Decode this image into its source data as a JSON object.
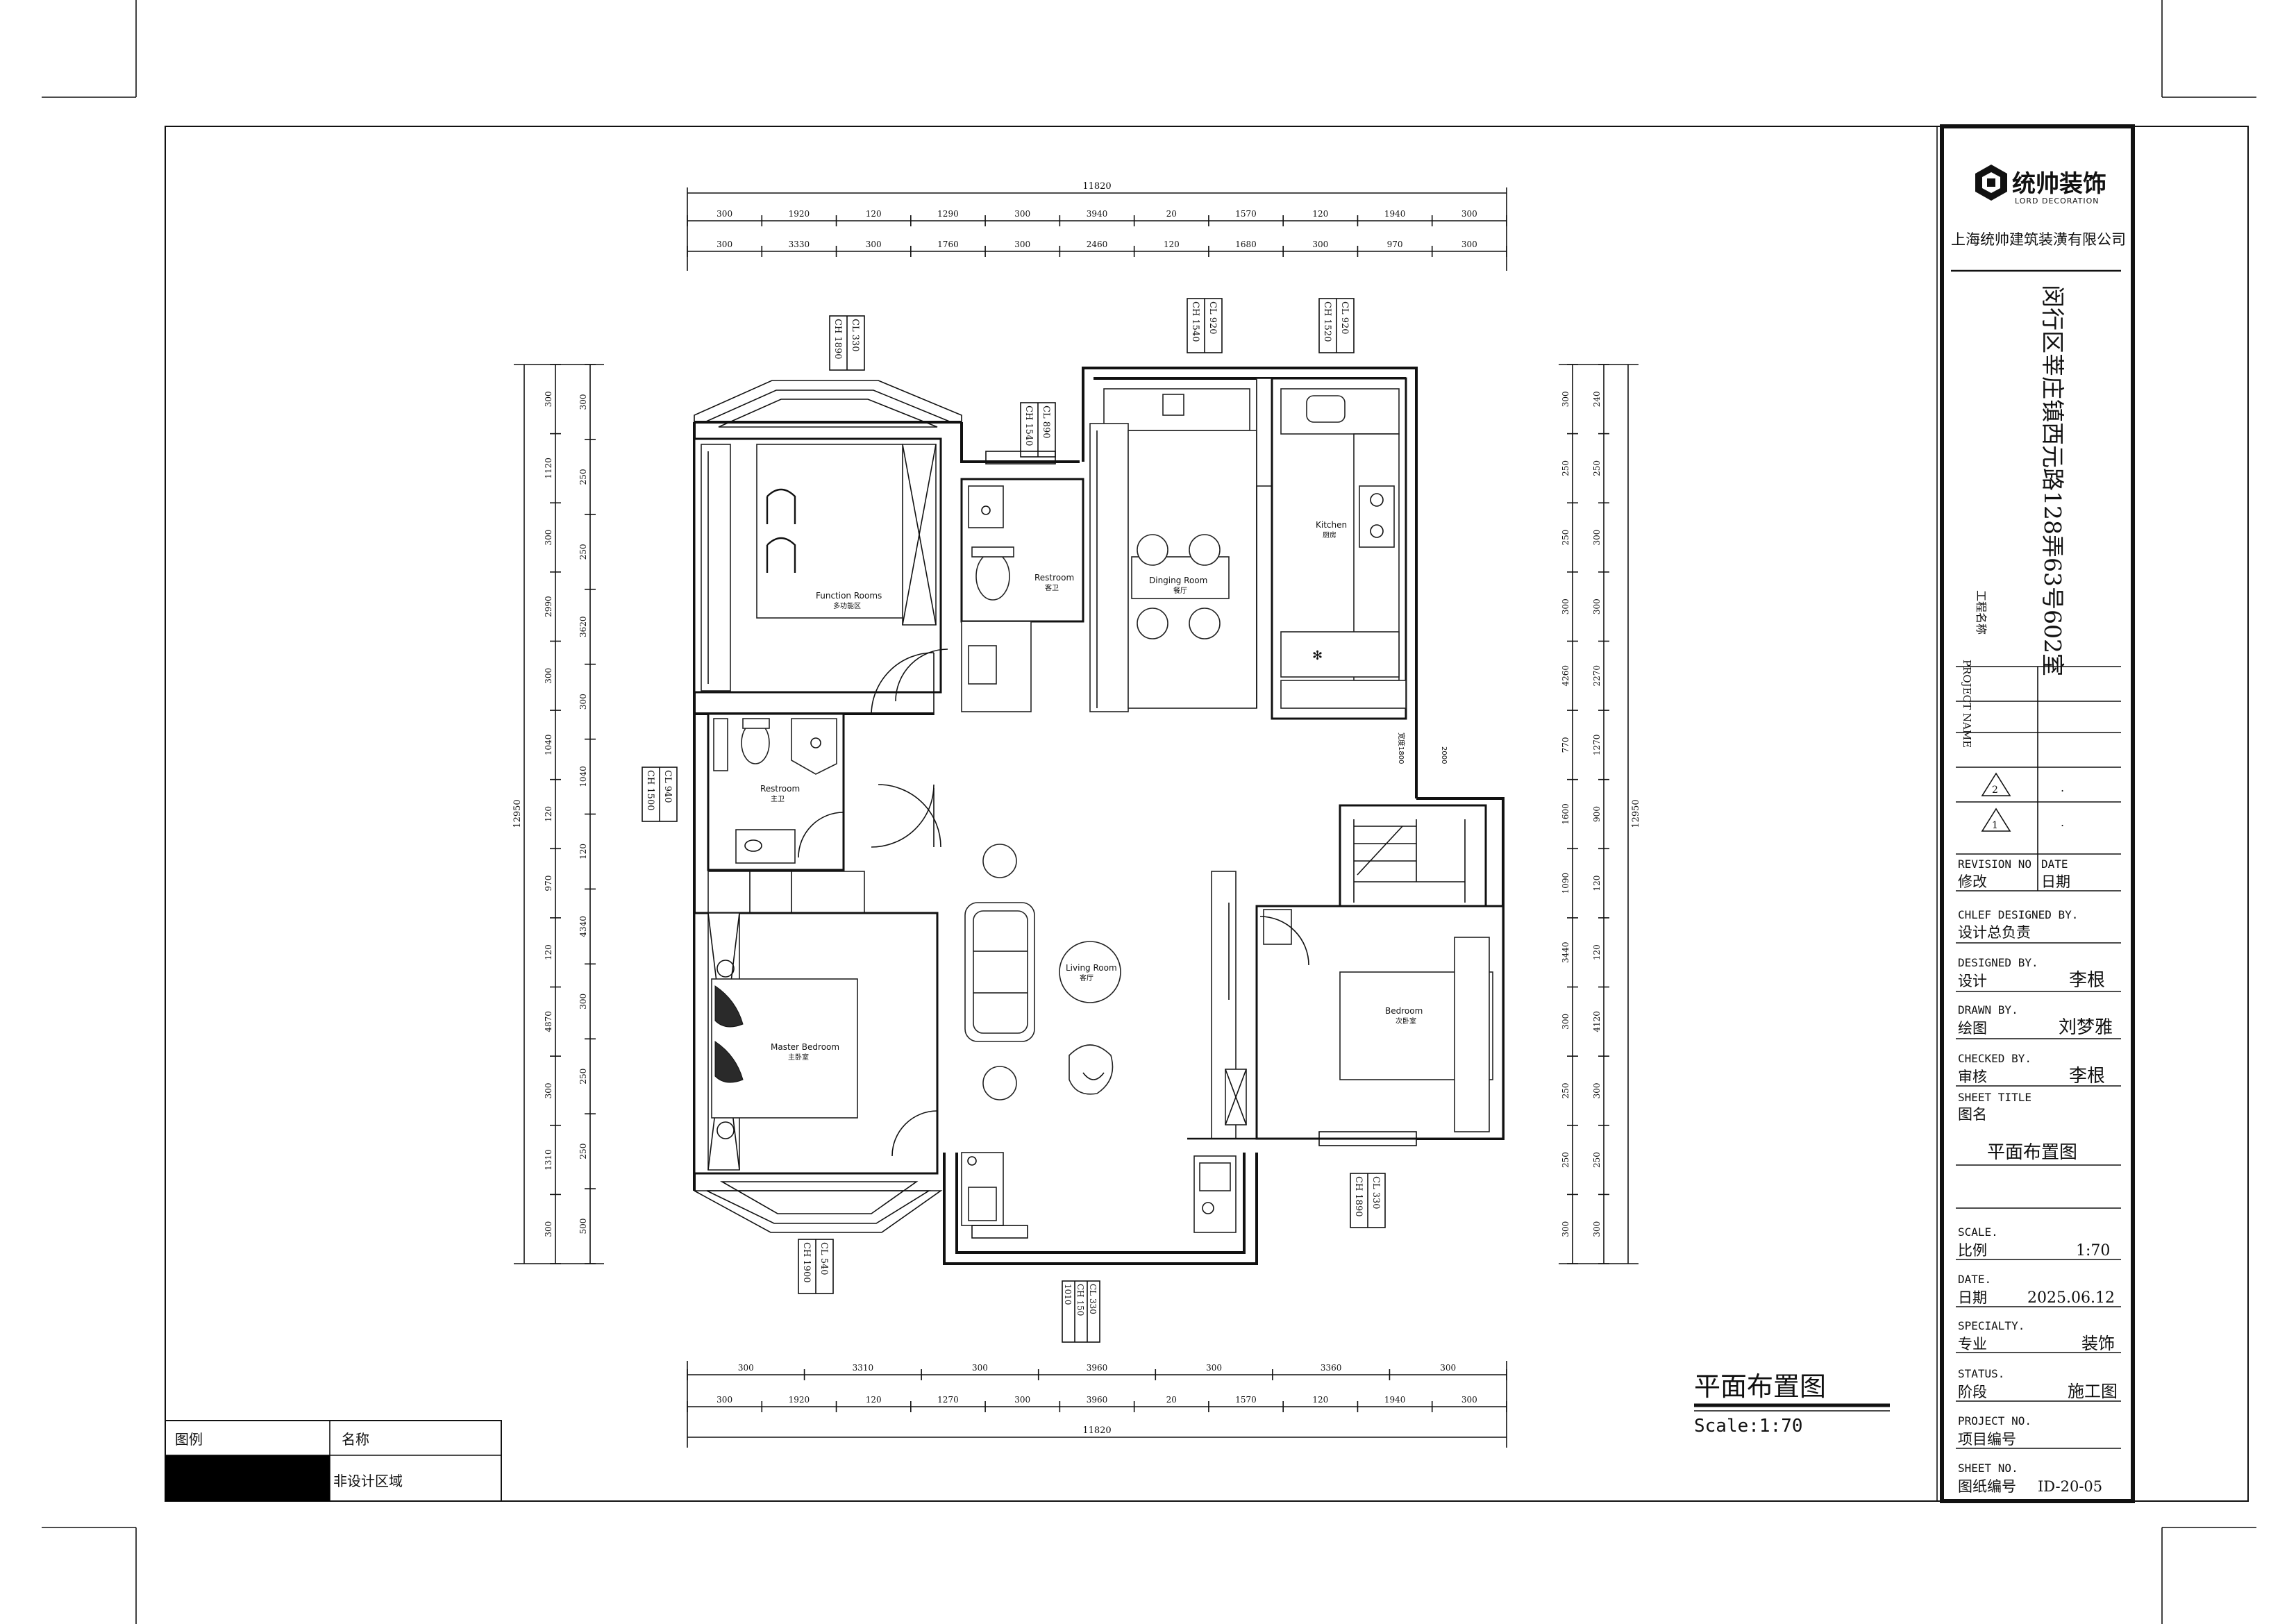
{
  "company": {
    "logo_text": "统帅装饰",
    "logo_sub": "LORD DECORATION",
    "name": "上海统帅建筑装潢有限公司"
  },
  "project": {
    "label_en": "PROJECT NAME",
    "label_cn": "工程名称",
    "name": "闵行区莘庄镇西元路128弄63号602室"
  },
  "revision": {
    "marks": [
      "2",
      "1"
    ],
    "dots": [
      ".",
      "."
    ],
    "no_label_en": "REVISION NO",
    "no_label_cn": "修改",
    "date_label_en": "DATE",
    "date_label_cn": "日期"
  },
  "title_block": {
    "chief_en": "CHLEF DESIGNED BY.",
    "chief_cn": "设计总负责",
    "designed_en": "DESIGNED BY.",
    "designed_cn": "设计",
    "designed_val": "李根",
    "drawn_en": "DRAWN BY.",
    "drawn_cn": "绘图",
    "drawn_val": "刘梦雅",
    "checked_en": "CHECKED BY.",
    "checked_cn": "审核",
    "checked_val": "李根",
    "sheet_title_en": "SHEET TITLE",
    "sheet_title_cn": "图名",
    "sheet_title_val": "平面布置图",
    "scale_en": "SCALE.",
    "scale_cn": "比例",
    "scale_val": "1:70",
    "date_en": "DATE.",
    "date_cn": "日期",
    "date_val": "2025.06.12",
    "specialty_en": "SPECIALTY.",
    "specialty_cn": "专业",
    "specialty_val": "装饰",
    "status_en": "STATUS.",
    "status_cn": "阶段",
    "status_val": "施工图",
    "projno_en": "PROJECT NO.",
    "projno_cn": "项目编号",
    "sheetno_en": "SHEET NO.",
    "sheetno_cn": "图纸编号",
    "sheetno_val": "ID-20-05"
  },
  "drawing": {
    "title": "平面布置图",
    "scale": "Scale:1:70"
  },
  "legend": {
    "col1": "图例",
    "col2": "名称",
    "item": "非设计区域"
  },
  "rooms": {
    "function_en": "Function Rooms",
    "function_cn": "多功能区",
    "restroom1_en": "Restroom",
    "restroom1_cn": "客卫",
    "dining_en": "Dinging Room",
    "dining_cn": "餐厅",
    "kitchen_en": "Kitchen",
    "kitchen_cn": "厨房",
    "restroom2_en": "Restroom",
    "restroom2_cn": "主卫",
    "living_en": "Living Room",
    "living_cn": "客厅",
    "master_en": "Master Bedroom",
    "master_cn": "主卧室",
    "bedroom_en": "Bedroom",
    "bedroom_cn": "次卧室"
  },
  "dimensions": {
    "total": "11820",
    "top_row1": [
      "300",
      "1920",
      "120",
      "1290",
      "300",
      "3940",
      "20",
      "1570",
      "120",
      "1940",
      "300"
    ],
    "top_row2": [
      "300",
      "3330",
      "300",
      "1760",
      "300",
      "2460",
      "120",
      "1680",
      "300",
      "970",
      "300"
    ],
    "bottom_row1": [
      "300",
      "3310",
      "300",
      "3960",
      "300",
      "3360",
      "300"
    ],
    "bottom_row2": [
      "300",
      "1920",
      "120",
      "1270",
      "300",
      "3960",
      "20",
      "1570",
      "120",
      "1940",
      "300"
    ],
    "left_total": "12950",
    "left_a": [
      "300",
      "1120",
      "300",
      "2990",
      "300",
      "1040",
      "120",
      "970",
      "120",
      "4870",
      "300",
      "1310",
      "300"
    ],
    "left_b": [
      "300",
      "250",
      "250",
      "3620",
      "300",
      "1040",
      "120",
      "4340",
      "300",
      "250",
      "250",
      "500"
    ],
    "right_total": "12950",
    "right_a": [
      "300",
      "250",
      "250",
      "300",
      "4260",
      "770",
      "1600",
      "1090",
      "3440",
      "300",
      "250",
      "250",
      "300"
    ],
    "right_b": [
      "240",
      "250",
      "300",
      "300",
      "2270",
      "1270",
      "900",
      "120",
      "120",
      "4120",
      "300",
      "250",
      "300"
    ],
    "window_tags": [
      [
        "CH 1890",
        "CL 330"
      ],
      [
        "CH 1540",
        "CL 890"
      ],
      [
        "CH 1520",
        "CL 920"
      ],
      [
        "CH 1540",
        "CL 920"
      ],
      [
        "CH 1500",
        "CL 940"
      ],
      [
        "CH 1890",
        "CL 330"
      ],
      [
        "CH 1900",
        "CL 540"
      ],
      [
        "1010",
        "CH 150",
        "CL 330"
      ]
    ],
    "note_1800": "宽度1800",
    "note_2000": "2000"
  }
}
